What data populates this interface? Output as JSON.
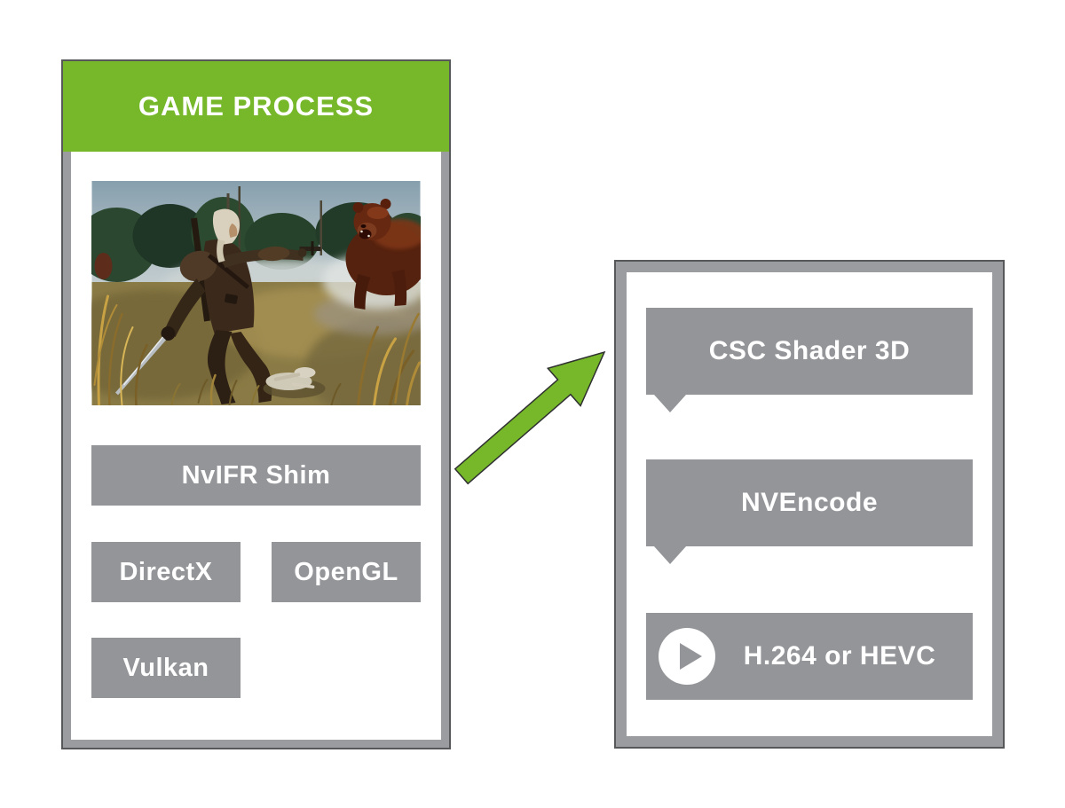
{
  "diagram": {
    "left_panel": {
      "title": "GAME PROCESS",
      "screenshot_icon": "witcher3-gameplay-geralt-aims-crossbow-at-charging-bear",
      "boxes": [
        {
          "label": "NvIFR Shim"
        },
        {
          "label": "DirectX"
        },
        {
          "label": "OpenGL"
        },
        {
          "label": "Vulkan"
        }
      ]
    },
    "arrow": {
      "icon": "green-arrow",
      "direction": "up-right"
    },
    "right_panel": {
      "bubbles": [
        {
          "label": "CSC Shader 3D"
        },
        {
          "label": "NVEncode"
        },
        {
          "label": "H.264 or HEVC",
          "icon": "play-icon"
        }
      ]
    },
    "colors": {
      "header_green": "#76b82a",
      "arrow_green": "#76b82a",
      "box_gray": "#939598",
      "panel_border_gray": "#9a9c9f",
      "text_white": "#ffffff"
    }
  }
}
